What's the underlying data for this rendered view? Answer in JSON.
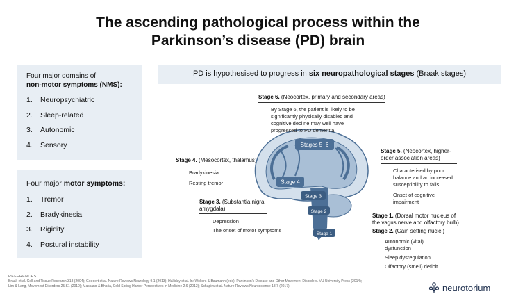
{
  "title": {
    "line1": "The ascending pathological process within the",
    "line2": "Parkinson’s disease (PD) brain"
  },
  "nms": {
    "heading_prefix": "Four major  domains of",
    "heading_bold": "non-motor symptoms (NMS):",
    "items": [
      {
        "num": "1.",
        "label": "Neuropsychiatric"
      },
      {
        "num": "2.",
        "label": "Sleep-related"
      },
      {
        "num": "3.",
        "label": "Autonomic"
      },
      {
        "num": "4.",
        "label": "Sensory"
      }
    ]
  },
  "motor": {
    "heading_prefix": "Four major ",
    "heading_bold": "motor symptoms:",
    "items": [
      {
        "num": "1.",
        "label": "Tremor"
      },
      {
        "num": "2.",
        "label": "Bradykinesia"
      },
      {
        "num": "3.",
        "label": "Rigidity"
      },
      {
        "num": "4.",
        "label": "Postural instability"
      }
    ]
  },
  "stages_header": {
    "prefix": "PD is hypothesised to progress in ",
    "bold": "six neuropathological stages",
    "suffix": " (Braak stages)"
  },
  "stage6": {
    "label": "Stage 6.",
    "desc": " (Neocortex, primary and secondary areas)",
    "note": [
      "By Stage 6, the patient is likely to be",
      "significantly physically disabled and",
      "cognitive decline may well have",
      "progressed to PD dementia"
    ]
  },
  "stage5": {
    "label": "Stage 5.",
    "desc1": " (Neocortex, higher-",
    "desc2": "order association areas)",
    "notes": [
      "Characterised by poor",
      "balance and an increased",
      "susceptibility to falls",
      "Onset of cognitive",
      "impairment"
    ]
  },
  "stage4": {
    "label": "Stage 4.",
    "desc": " (Mesocortex, thalamus)",
    "notes": [
      "Bradykinesia",
      "Resting tremor"
    ]
  },
  "stage3": {
    "label": "Stage 3.",
    "desc1": " (Substantia nigra,",
    "desc2": "amygdala)",
    "notes": [
      "Depression",
      "The onset of motor symptoms"
    ]
  },
  "stage1": {
    "label": "Stage 1.",
    "desc1": " (Dorsal motor nucleus of",
    "desc2": "the vagus nerve and olfactory bulb)"
  },
  "stage2": {
    "label": "Stage 2.",
    "desc": " (Gain setting nuclei)",
    "notes": [
      "Autonomic (vital)",
      "dysfunction",
      "Sleep dysregulation",
      "Olfactory (smell) deficit"
    ]
  },
  "brain_labels": {
    "s56": "Stages 5+6",
    "s4": "Stage 4",
    "s3": "Stage 3",
    "s2": "Stage 2",
    "s1": "Stage 1"
  },
  "references": {
    "title": "REFERENCES",
    "lines": [
      "Braak et al. Cell and Tissue Research 318 (2004);  Goedert et al. Nature Reviews Neurology 9.1 (2013);  Halliday et al. In: Wolters & Baumann (eds). Parkinson’s Disease and Other Movement Disorders. VU University Press (2014);",
      "Lim & Lang, Movement Disorders 25.S1 (2010); Massano & Bhatia, Cold Spring Harbor Perspectives in Medicine 2.6 (2012); Schapira et al. Nature Reviews Neuroscience 18.7 (2017)."
    ]
  },
  "logo": {
    "name": "neurotorium"
  },
  "colors": {
    "panel": "#e8eef4",
    "brain_blue": "#4c6f96",
    "brain_light": "#a9bfd6",
    "brain_pale": "#d4e0ec",
    "text": "#111111"
  }
}
